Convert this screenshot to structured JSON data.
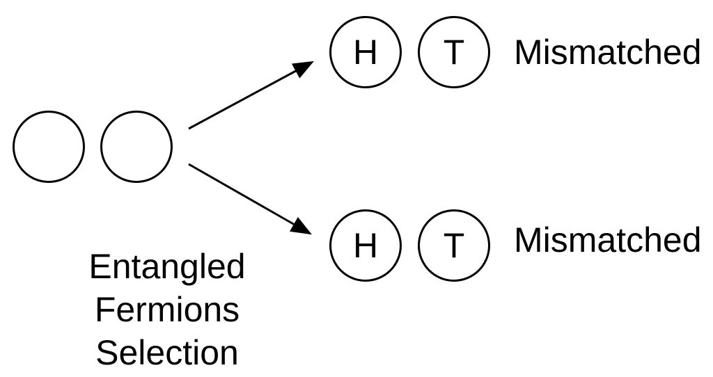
{
  "colors": {
    "stroke": "#000000",
    "text": "#000000",
    "background": "#ffffff"
  },
  "source": {
    "label_lines": [
      "Entangled",
      "Fermions",
      "Selection"
    ]
  },
  "outcomes": [
    {
      "coins": [
        "H",
        "T"
      ],
      "label": "Mismatched"
    },
    {
      "coins": [
        "H",
        "T"
      ],
      "label": "Mismatched"
    }
  ]
}
